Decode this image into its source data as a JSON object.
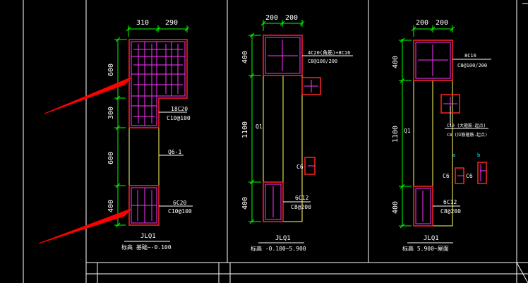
{
  "colors": {
    "bg": "#000000",
    "frame": "#ffffff",
    "dim": "#00ff00",
    "outline": "#ffff66",
    "rebar": "#ff33ff",
    "section": "#ff2222",
    "leader": "#ffffff",
    "arrow": "#ff0000",
    "marker": "#00ffff"
  },
  "panel1": {
    "top_dims": [
      "310",
      "290"
    ],
    "left_dims": [
      "600",
      "300",
      "600",
      "400"
    ],
    "label_top": "18C20",
    "label_top_sub": "C10@100",
    "label_mid": "Q6-1",
    "label_bottom": "6C20",
    "label_bottom_sub": "C10@100",
    "title": "JLQ1",
    "elev": "标高 基础~-0.100"
  },
  "panel2": {
    "top_dims": [
      "200",
      "200"
    ],
    "left_dims": [
      "400",
      "1100",
      "400"
    ],
    "wall_label": "Q1",
    "label_top": "4C20(角筋)+8C16",
    "label_top_sub": "C8@100/200",
    "label_c6": "C6",
    "label_bottom": "6C12",
    "label_bottom_sub": "C8@200",
    "title": "JLQ1",
    "elev": "标高 -0.100~5.900"
  },
  "panel3": {
    "top_dims": [
      "200",
      "200"
    ],
    "left_dims": [
      "400",
      "1100",
      "400"
    ],
    "wall_label": "Q1",
    "label_top": "8C16",
    "label_top_sub": "C8@100/200",
    "label_c10": "C10 (大箍筋-起点)",
    "label_c8": "C8 (拉筋箍筋-起点)",
    "marker_a": "a",
    "marker_b": "b",
    "label_c6a": "C6",
    "label_c6b": "C6",
    "label_bottom": "6C12",
    "label_bottom_sub": "C8@200",
    "title": "JLQ1",
    "elev": "标高 5.900~屋面"
  }
}
